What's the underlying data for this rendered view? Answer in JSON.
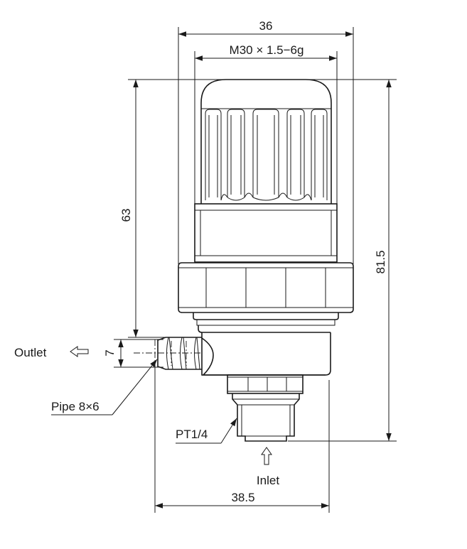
{
  "dimensions": {
    "width_top": "36",
    "thread": "M30 × 1.5−6g",
    "height_left": "63",
    "height_right": "81.5",
    "outlet_offset": "7",
    "width_bottom": "38.5"
  },
  "labels": {
    "outlet": "Outlet",
    "pipe": "Pipe 8×6",
    "port_thread": "PT1/4",
    "inlet": "Inlet"
  }
}
